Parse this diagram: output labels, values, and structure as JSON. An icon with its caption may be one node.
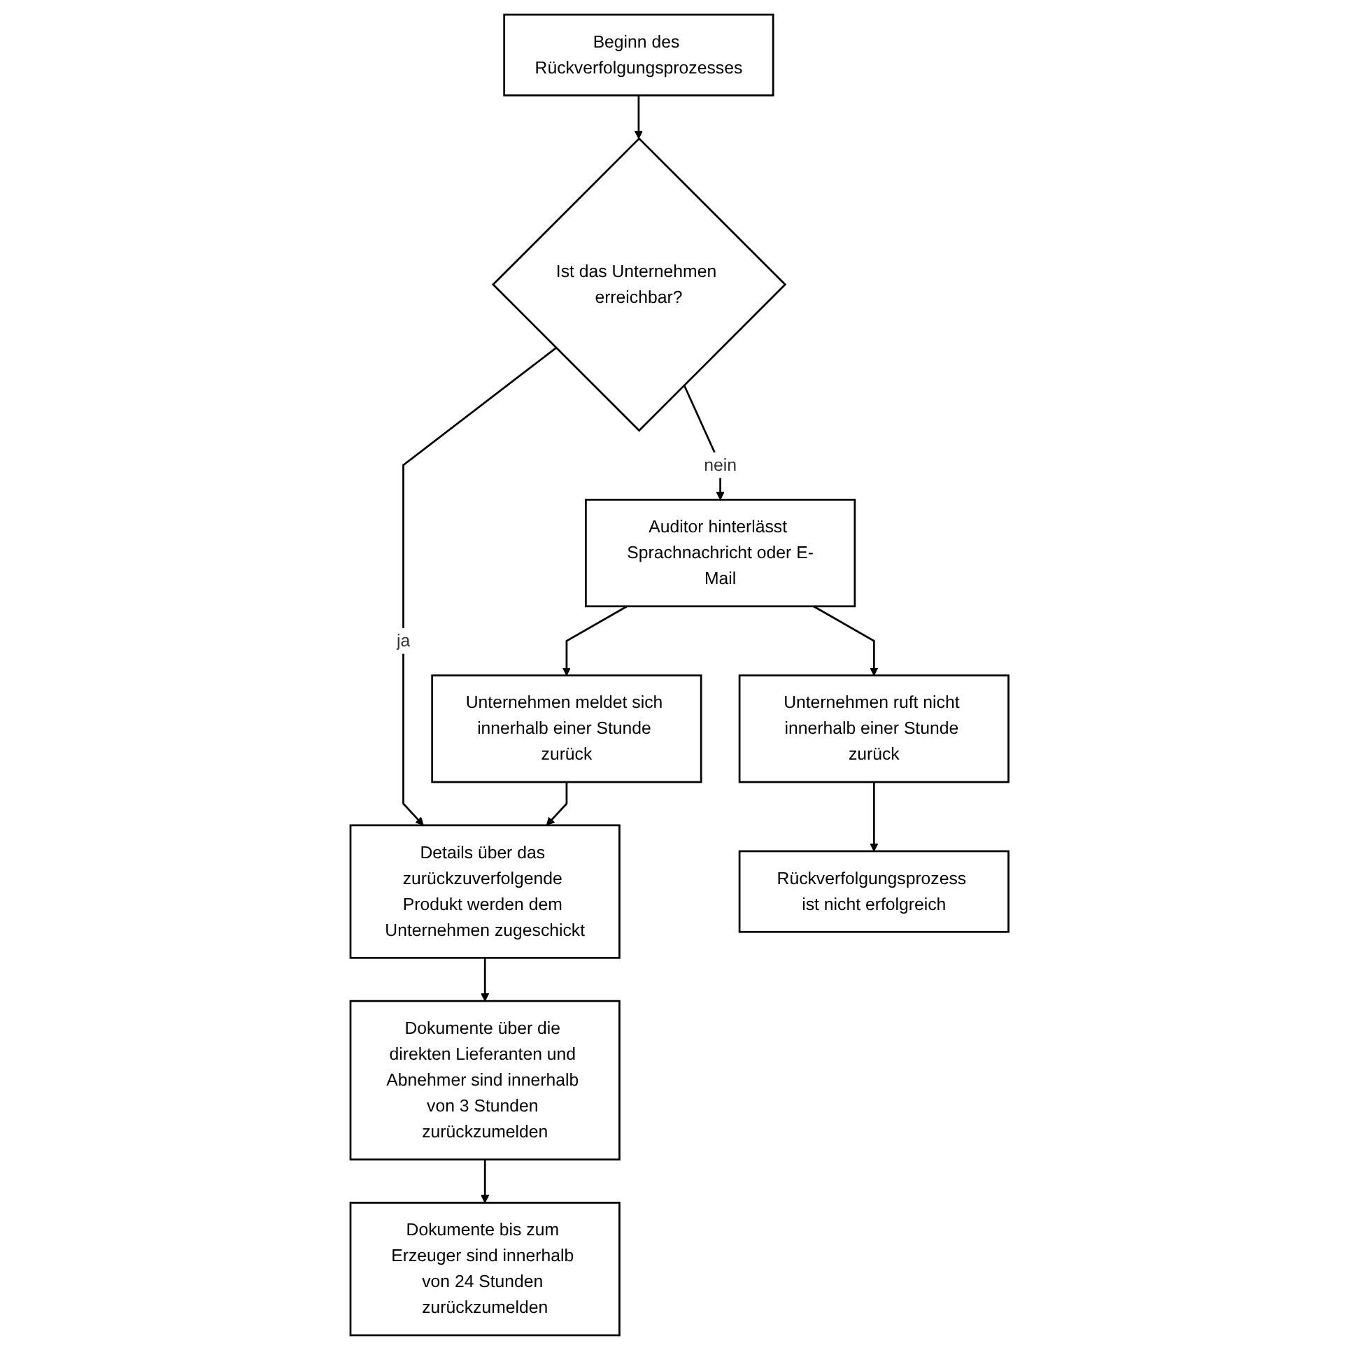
{
  "diagram": {
    "nodes": [
      {
        "text": [
          "Beginn des Rückverfolgungsprozesses"
        ]
      },
      {
        "text": [
          "Ist das Unternehmen erreichbar?"
        ]
      },
      {
        "text": [
          "Auditor hinterlässt Sprachnachricht oder E-Mail"
        ]
      },
      {
        "text": [
          "Unternehmen ruft nicht innerhalb einer Stunde zurück"
        ]
      },
      {
        "text": [
          "Details über das zurückzuverfolgende Produkt werden dem Unternehmen zugeschickt"
        ]
      },
      {
        "text": [
          "Unternehmen meldet sich innerhalb einer Stunde zurück"
        ]
      },
      {
        "text": [
          "Rückverfolgungsprozess ist nicht erfolgreich"
        ]
      },
      {
        "text": [
          "Dokumente über die direkten Lieferanten und Abnehmer sind innerhalb von 3 Stunden zurückzumelden"
        ]
      },
      {
        "text": [
          "Dokumente bis zum Erzeuger sind innerhalb von 24 Stunden zurückzumelden"
        ]
      }
    ],
    "edges": [
      {
        "from": 0,
        "to": 1,
        "arrow": "to"
      },
      {
        "from": 1,
        "to": 2,
        "label": "nein",
        "arrow": "to"
      },
      {
        "from": 2,
        "to": 3,
        "arrow": "to"
      },
      {
        "from": 1,
        "to": 4,
        "label": "ja",
        "arrow": "to"
      },
      {
        "from": 2,
        "to": 5,
        "arrow": "to"
      },
      {
        "from": 3,
        "to": 6,
        "arrow": "to"
      },
      {
        "from": 5,
        "to": 4,
        "arrow": "to"
      },
      {
        "from": 4,
        "to": 7,
        "arrow": "to"
      },
      {
        "from": 7,
        "to": 8,
        "arrow": "to"
      }
    ]
  }
}
